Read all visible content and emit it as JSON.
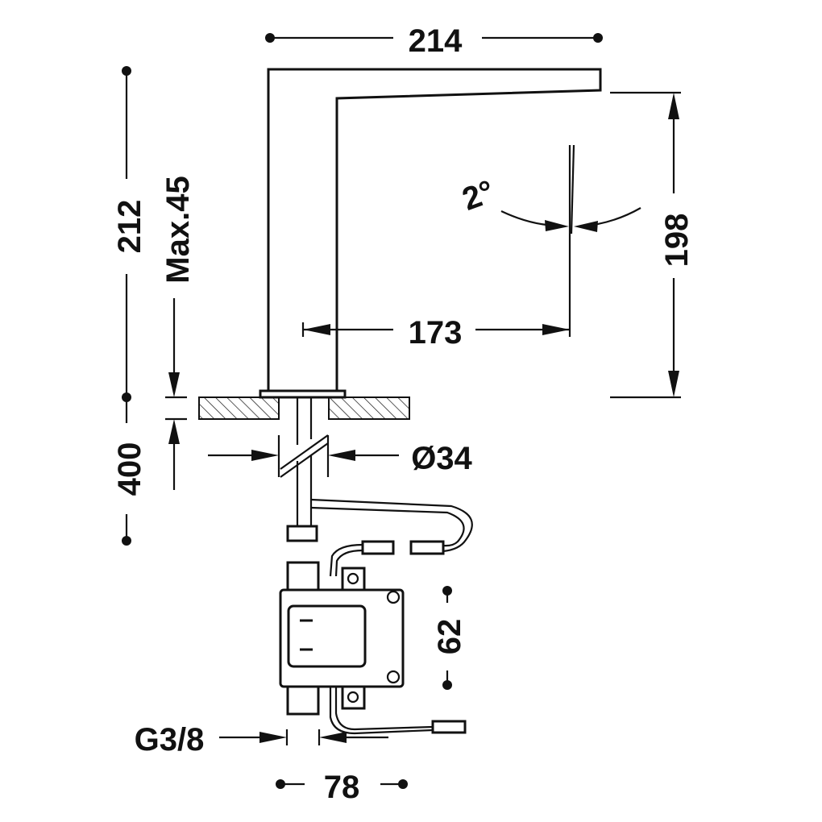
{
  "drawing": {
    "dimensions": {
      "spout_reach": "214",
      "overall_height": "212",
      "max_deck_thickness": "Max.45",
      "spout_height": "198",
      "spout_angle": "2°",
      "spout_projection": "173",
      "hose_length": "400",
      "hole_diameter": "Ø34",
      "box_height": "62",
      "connection_thread": "G3/8",
      "box_width": "78"
    }
  }
}
